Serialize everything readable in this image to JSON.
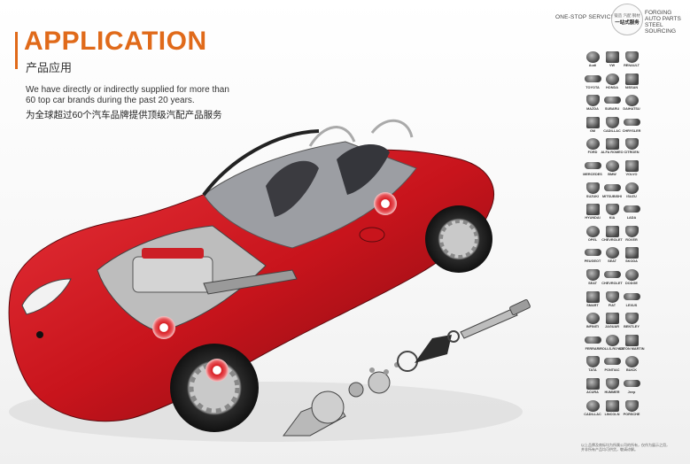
{
  "header": {
    "title": "APPLICATION",
    "subtitle_cn": "产品应用",
    "description_en": "We have directly or indirectly supplied for more than 60 top car brands during the past 20 years.",
    "description_cn": "为全球超过60个汽车品牌提供顶级汽配产品服务"
  },
  "service": {
    "left_label": "ONE-STOP SERVICES",
    "badge_line1": "锻造 汽配 钢材",
    "badge_line2": "一站式服务",
    "right_lines": [
      "FORGING",
      "AUTO PARTS",
      "STEEL SOURCING"
    ]
  },
  "colors": {
    "accent": "#e06a1a",
    "car_red": "#c8141c",
    "marker_red": "#d81e24"
  },
  "illustration": {
    "subject": "cutaway sports car with exploded drive shaft assembly",
    "hotspots": [
      "hotspot-cockpit",
      "hotspot-engine",
      "hotspot-front-wheel"
    ]
  },
  "brands": [
    {
      "name": "Audi"
    },
    {
      "name": "VW"
    },
    {
      "name": "RENAULT"
    },
    {
      "name": "TOYOTA"
    },
    {
      "name": "HONDA"
    },
    {
      "name": "NISSAN"
    },
    {
      "name": "MAZDA"
    },
    {
      "name": "SUBARU"
    },
    {
      "name": "DAIHATSU"
    },
    {
      "name": "GM"
    },
    {
      "name": "CADILLAC"
    },
    {
      "name": "CHRYSLER"
    },
    {
      "name": "FORD"
    },
    {
      "name": "ALFA ROMEO"
    },
    {
      "name": "CITROEN"
    },
    {
      "name": "MERCEDES"
    },
    {
      "name": "BMW"
    },
    {
      "name": "VOLVO"
    },
    {
      "name": "SUZUKI"
    },
    {
      "name": "MITSUBISHI"
    },
    {
      "name": "ISUZU"
    },
    {
      "name": "HYUNDAI"
    },
    {
      "name": "KIA"
    },
    {
      "name": "LADA"
    },
    {
      "name": "OPEL"
    },
    {
      "name": "CHEVROLET"
    },
    {
      "name": "ROVER"
    },
    {
      "name": "PEUGEOT"
    },
    {
      "name": "SEAT"
    },
    {
      "name": "SKODA"
    },
    {
      "name": "SEAT"
    },
    {
      "name": "CHEVROLET"
    },
    {
      "name": "DODGE"
    },
    {
      "name": "SMART"
    },
    {
      "name": "FIAT"
    },
    {
      "name": "LEXUS"
    },
    {
      "name": "INFINITI"
    },
    {
      "name": "JAGUAR"
    },
    {
      "name": "BENTLEY"
    },
    {
      "name": "FERRARI"
    },
    {
      "name": "ROLLS-ROYCE"
    },
    {
      "name": "ASTON MARTIN"
    },
    {
      "name": "TATA"
    },
    {
      "name": "PONTIAC"
    },
    {
      "name": "BUICK"
    },
    {
      "name": "ACURA"
    },
    {
      "name": "HUMMER"
    },
    {
      "name": "Jeep"
    },
    {
      "name": "CADILLAC"
    },
    {
      "name": "LINCOLN"
    },
    {
      "name": "PORSCHE"
    }
  ],
  "footnote": "以上品牌及商标均为所属公司的所有，仅作为展示之用，并非所有产品均可供货，敬请谅解。"
}
